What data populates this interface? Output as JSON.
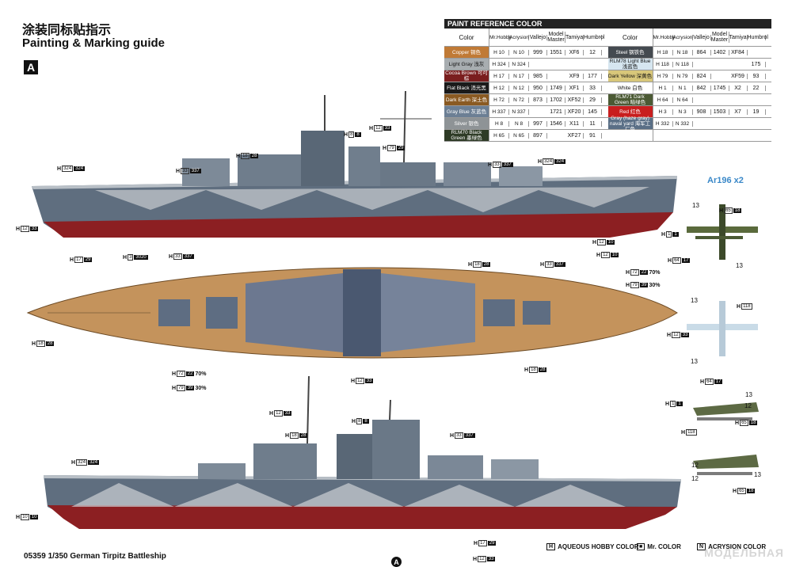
{
  "header": {
    "title_cn": "涂装同标贴指示",
    "title_en": "Painting & Marking guide",
    "section_badge": "A"
  },
  "paint_table": {
    "title": "PAINT REFERENCE COLOR",
    "columns": [
      "Color",
      "Mr.Hobby",
      "Acrysion",
      "Vallejo",
      "Model Master",
      "Tamiya",
      "Humbrol"
    ],
    "left": [
      {
        "name": "Copper",
        "cn": "铜色",
        "color": "#c07a36",
        "h": "10",
        "n": "10",
        "vallejo": "999",
        "mm": "1551",
        "tamiya": "XF6",
        "humbrol": "12"
      },
      {
        "name": "Light Gray",
        "cn": "浅灰",
        "color": "#a8adb0",
        "h": "324",
        "n": "324",
        "vallejo": "",
        "mm": "",
        "tamiya": "",
        "humbrol": ""
      },
      {
        "name": "Cocoa Brown",
        "cn": "可可棕",
        "color": "#7a1e1e",
        "h": "17",
        "n": "17",
        "vallejo": "985",
        "mm": "",
        "tamiya": "XF9",
        "humbrol": "177"
      },
      {
        "name": "Flat Black",
        "cn": "消光黑",
        "color": "#1a1a1a",
        "h": "12",
        "n": "12",
        "vallejo": "950",
        "mm": "1749",
        "tamiya": "XF1",
        "humbrol": "33"
      },
      {
        "name": "Dark Earth",
        "cn": "深土色",
        "color": "#8a5a22",
        "h": "72",
        "n": "72",
        "vallejo": "873",
        "mm": "1702",
        "tamiya": "XF52",
        "humbrol": "29"
      },
      {
        "name": "Gray Blue",
        "cn": "灰蓝色",
        "color": "#6c7f94",
        "h": "337",
        "n": "337",
        "vallejo": "",
        "mm": "1721",
        "tamiya": "XF20",
        "humbrol": "145"
      },
      {
        "name": "Silver",
        "cn": "银色",
        "color": "#8e9396",
        "h": "8",
        "n": "8",
        "vallejo": "997",
        "mm": "1546",
        "tamiya": "X11",
        "humbrol": "11"
      },
      {
        "name": "RLM70 Black Green",
        "cn": "墨绿色",
        "color": "#2e3b26",
        "h": "65",
        "n": "65",
        "vallejo": "897",
        "mm": "",
        "tamiya": "XF27",
        "humbrol": "91"
      }
    ],
    "right": [
      {
        "name": "Steel",
        "cn": "钢铁色",
        "color": "#444a50",
        "h": "18",
        "n": "18",
        "vallejo": "864",
        "mm": "1402",
        "tamiya": "XF84",
        "humbrol": ""
      },
      {
        "name": "RLM78 Light Blue",
        "cn": "浅蓝色",
        "color": "#d6e6f0",
        "h": "118",
        "n": "118",
        "vallejo": "",
        "mm": "",
        "tamiya": "",
        "humbrol": "175"
      },
      {
        "name": "Dark Yellow",
        "cn": "深黄色",
        "color": "#d8c77a",
        "h": "79",
        "n": "79",
        "vallejo": "824",
        "mm": "",
        "tamiya": "XF59",
        "humbrol": "93"
      },
      {
        "name": "White",
        "cn": "白色",
        "color": "#ffffff",
        "h": "1",
        "n": "1",
        "vallejo": "842",
        "mm": "1745",
        "tamiya": "X2",
        "humbrol": "22"
      },
      {
        "name": "RLM71 Dark Green",
        "cn": "暗绿色",
        "color": "#4b5a34",
        "h": "64",
        "n": "64",
        "vallejo": "",
        "mm": "",
        "tamiya": "",
        "humbrol": ""
      },
      {
        "name": "Red",
        "cn": "红色",
        "color": "#c81e1e",
        "h": "3",
        "n": "3",
        "vallejo": "908",
        "mm": "1503",
        "tamiya": "X7",
        "humbrol": "19"
      },
      {
        "name": "Gray (haze gray) naval yard",
        "cn": "海军工厂色",
        "color": "#5a6f86",
        "h": "332",
        "n": "332",
        "vallejo": "",
        "mm": "",
        "tamiya": "",
        "humbrol": ""
      },
      {
        "name": "",
        "cn": "",
        "color": "#ffffff",
        "h": "",
        "n": "",
        "vallejo": "",
        "mm": "",
        "tamiya": "",
        "humbrol": ""
      }
    ]
  },
  "callouts": [
    {
      "id": "c1",
      "h": "324",
      "n": "324"
    },
    {
      "id": "c2",
      "h": "33",
      "n": "337"
    },
    {
      "id": "c3",
      "h": "18",
      "n": "28"
    },
    {
      "id": "c4",
      "h": "8",
      "n": "8"
    },
    {
      "id": "c5",
      "h": "12",
      "n": "33"
    },
    {
      "id": "c6",
      "h": "79",
      "n": "29"
    },
    {
      "id": "c7",
      "h": "33",
      "n": "337"
    },
    {
      "id": "c8",
      "h": "324",
      "n": "324"
    },
    {
      "id": "c9",
      "h": "12",
      "n": "33"
    },
    {
      "id": "c10",
      "h": "17",
      "n": "29"
    },
    {
      "id": "c11",
      "h": "3",
      "n": "3020"
    },
    {
      "id": "c12",
      "h": "12",
      "n": "10"
    },
    {
      "id": "c13",
      "h": "12",
      "n": "10"
    },
    {
      "id": "c14",
      "h": "18",
      "n": "28"
    },
    {
      "id": "c15",
      "h": "33",
      "n": "337"
    },
    {
      "id": "c16",
      "h": "72",
      "n": "22",
      "pct": "70%"
    },
    {
      "id": "c17",
      "h": "79",
      "n": "39",
      "pct": "30%"
    },
    {
      "id": "c18",
      "h": "18",
      "n": "28"
    },
    {
      "id": "c19",
      "h": "72",
      "n": "22",
      "pct": "70%"
    },
    {
      "id": "c20",
      "h": "79",
      "n": "39",
      "pct": "30%"
    },
    {
      "id": "c21",
      "h": "33",
      "n": "337"
    },
    {
      "id": "c22",
      "h": "12",
      "n": "33"
    },
    {
      "id": "c23",
      "h": "18",
      "n": "28"
    },
    {
      "id": "c24",
      "h": "8",
      "n": "8"
    },
    {
      "id": "c25",
      "h": "18",
      "n": "28"
    },
    {
      "id": "c26",
      "h": "12",
      "n": "33"
    },
    {
      "id": "c27",
      "h": "33",
      "n": "337"
    },
    {
      "id": "c28",
      "h": "324",
      "n": "324"
    },
    {
      "id": "c29",
      "h": "10",
      "n": "10"
    },
    {
      "id": "c30",
      "h": "12",
      "n": "33"
    },
    {
      "id": "c31",
      "h": "17",
      "n": "29"
    }
  ],
  "plane": {
    "title": "Ar196 x2",
    "numbers": [
      "13",
      "13",
      "13",
      "13",
      "13",
      "12",
      "12",
      "12",
      "13"
    ],
    "callouts": [
      {
        "h": "65",
        "n": "18"
      },
      {
        "h": "1",
        "n": "1"
      },
      {
        "h": "64",
        "n": "17"
      },
      {
        "h": "118",
        "n": ""
      },
      {
        "h": "12",
        "n": "33"
      },
      {
        "h": "64",
        "n": "17"
      },
      {
        "h": "1",
        "n": "1"
      },
      {
        "h": "65",
        "n": "18"
      },
      {
        "h": "118",
        "n": ""
      },
      {
        "h": "65",
        "n": "18"
      }
    ]
  },
  "footer": {
    "product": "05359 1/350 German Tirpitz Battleship",
    "page_badge": "A",
    "legend_aqueous": "AQUEOUS HOBBY COLOR",
    "legend_mr": "Mr. COLOR",
    "legend_acrysion": "ACRYSION COLOR",
    "watermark": "МОДЕЛЬНАЯ"
  }
}
